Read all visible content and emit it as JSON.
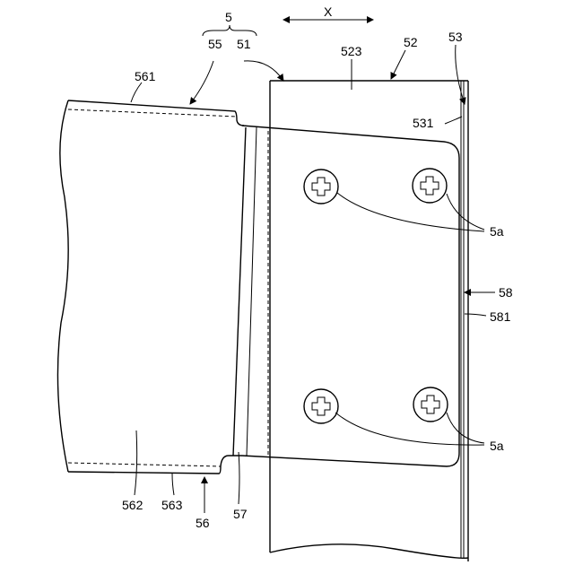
{
  "labels": {
    "l5": "5",
    "l55": "55",
    "l51": "51",
    "lx": "X",
    "l523": "523",
    "l52": "52",
    "l53": "53",
    "l561": "561",
    "l531": "531",
    "l5a_top": "5a",
    "l58": "58",
    "l581": "581",
    "l5a_bottom": "5a",
    "l562": "562",
    "l563": "563",
    "l56": "56",
    "l57": "57"
  }
}
